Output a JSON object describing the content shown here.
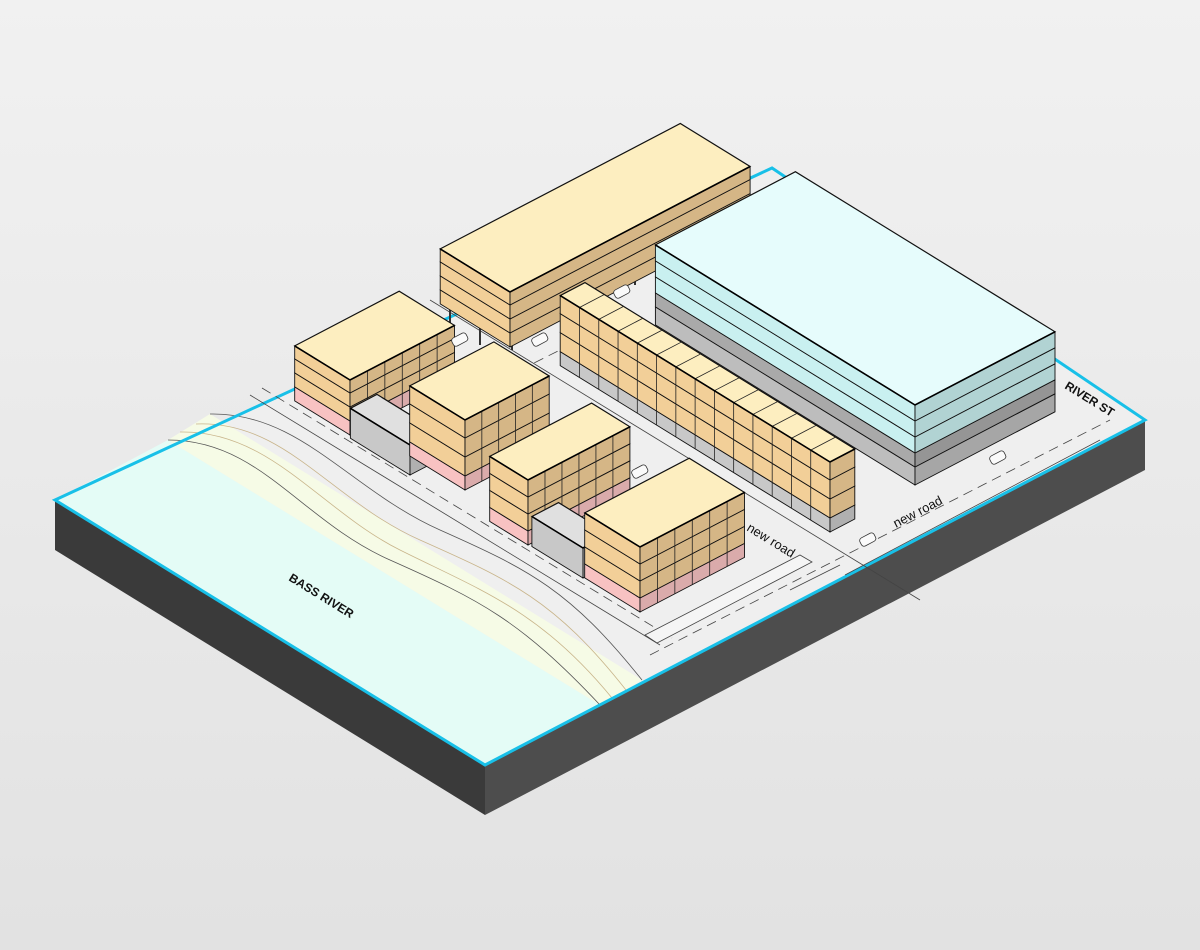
{
  "labels": {
    "river": "BASS RIVER",
    "street": "RIVER ST",
    "new_road_1": "new road",
    "new_road_2": "new road"
  },
  "colors": {
    "river": "#e4fcf6",
    "beach": "#f6fbe6",
    "base_edge": "#18c0e8",
    "base_side_left": "#3a3a3a",
    "base_side_right": "#4d4d4d",
    "residential_top": "#fdeec0",
    "residential_side": "#f2cf98",
    "retail_base": "#f8c2c2",
    "parking": "#c8c8c8",
    "office_glass": "#c9f0f0",
    "office_top": "#e6fcfc"
  }
}
